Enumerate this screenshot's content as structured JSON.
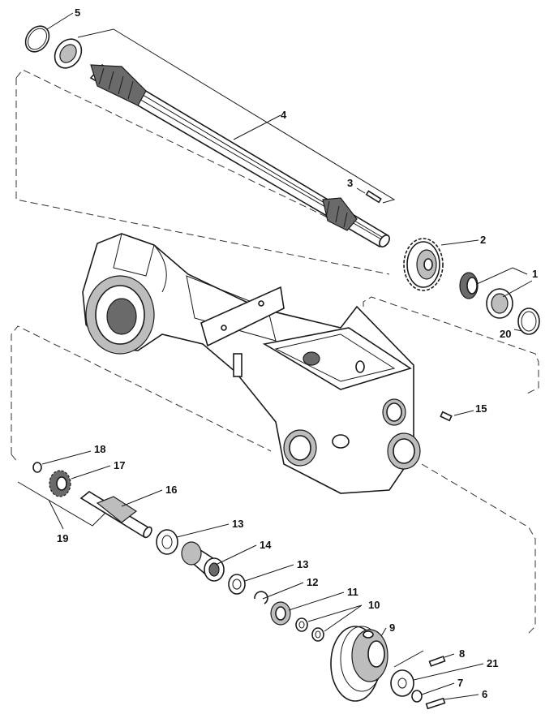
{
  "diagram": {
    "callouts": [
      "5",
      "4",
      "3",
      "2",
      "1",
      "20",
      "15",
      "18",
      "17",
      "16",
      "19",
      "13",
      "14",
      "13",
      "12",
      "11",
      "10",
      "9",
      "8",
      "21",
      "7",
      "6"
    ]
  }
}
